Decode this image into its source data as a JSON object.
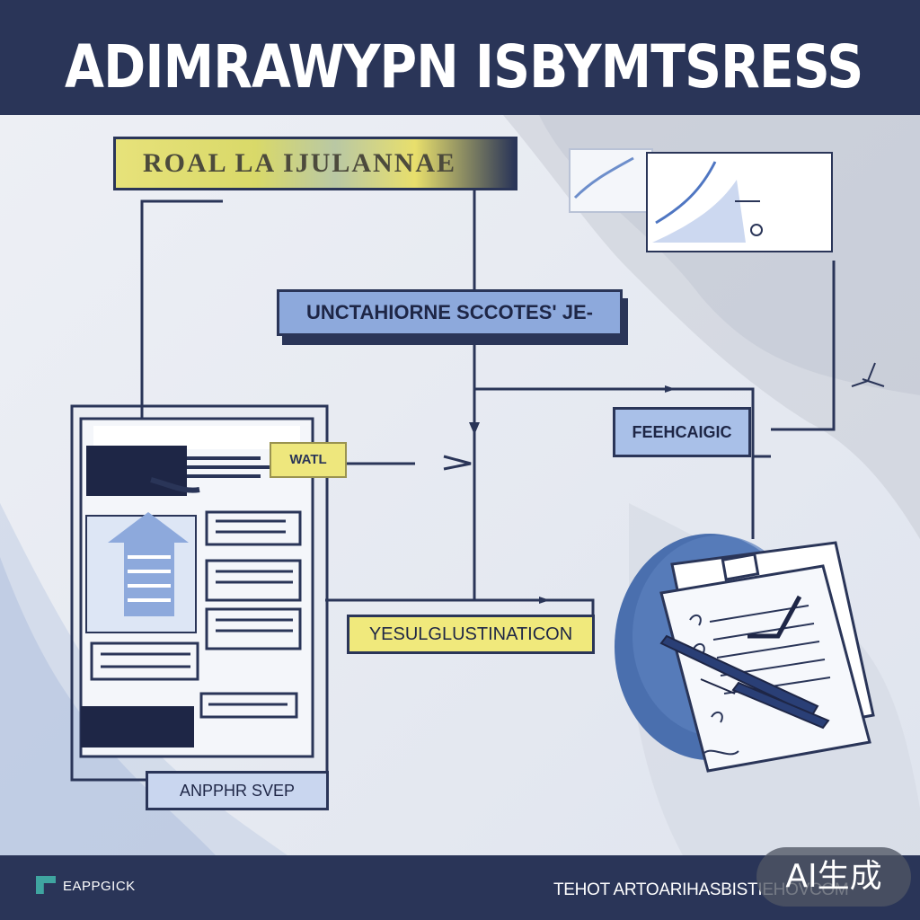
{
  "header": {
    "title": "ADIMRAWYPN ISBYMTSRESS"
  },
  "labels": {
    "top": "ROAL LA IJULANNAE",
    "middle": "UNCTAHIORNE SCCOTES' JE-",
    "right": "FEEHCAIGIC",
    "wait": "WATL",
    "result": "YESULGLUSTINATICON",
    "bottom": "ANPPHR SVEP"
  },
  "footer": {
    "left_text": "EAPPGICK",
    "right_text": "TEHOT ARTOARIHASBISTIEHOVCOM",
    "badge": "AI生成"
  },
  "icons": [
    "document-form-icon",
    "chart-card-icon",
    "paper-stack-icon",
    "pen-icon",
    "check-mark-icon",
    "arrow-icon"
  ],
  "colors": {
    "navy": "#2a3558",
    "accent_yellow": "#eee77d",
    "accent_blue": "#8da9dc",
    "background": "#e6e9f0"
  }
}
